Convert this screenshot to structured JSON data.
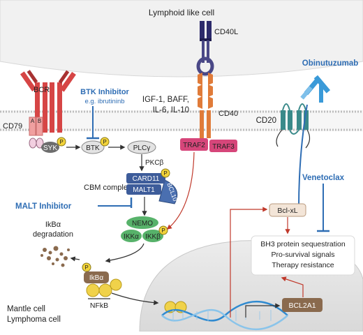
{
  "labels": {
    "lymphoid_cell": "Lymphoid like cell",
    "mantle_cell_line1": "Mantle cell",
    "mantle_cell_line2": "Lymphoma cell",
    "bcr": "BCR",
    "cd79": "CD79",
    "cd79_a": "A",
    "cd79_b": "B",
    "syk": "SYK",
    "btk": "BTK",
    "plcg": "PLCγ",
    "pkcb": "PKCβ",
    "card11": "CARD11",
    "malt1": "MALT1",
    "bcl10": "BCL10",
    "cbm_complex": "CBM complex",
    "nemo": "NEMO",
    "ikka": "IKKα",
    "ikkb": "IKKβ",
    "ikba_deg_line1": "IkBα",
    "ikba_deg_line2": "degradation",
    "ikba": "IkBα",
    "nfkb": "NFkB",
    "cd40l": "CD40L",
    "cd40": "CD40",
    "traf2": "TRAF2",
    "traf3": "TRAF3",
    "cytokines_line1": "IGF-1, BAFF,",
    "cytokines_line2": "IL-6, IL-10",
    "cd20": "CD20",
    "bclxl": "Bcl-xL",
    "bcl2a1": "BCL2A1",
    "effects_line1": "BH3 protein sequestration",
    "effects_line2": "Pro-survival signals",
    "effects_line3": "Therapy resistance",
    "phospho": "P"
  },
  "drugs": {
    "btk_inhibitor": "BTK Inhibitor",
    "btk_inhibitor_example": "e.g. ibrutininb",
    "malt_inhibitor": "MALT Inhibitor",
    "obinutuzumab": "Obinutuzumab",
    "venetoclax": "Venetoclax"
  },
  "colors": {
    "drug_blue": "#2e6db4",
    "bcr_red": "#d64545",
    "cd40_orange": "#e07b39",
    "cd40l_navy": "#2c2a6b",
    "traf_pink": "#d6467a",
    "card11_blue": "#3d5c9a",
    "nemo_green": "#57b26a",
    "ikba_brown": "#8a6a4e",
    "cd20_teal": "#3a8a8a",
    "arrow_red": "#c0392b",
    "bclxl_fill": "#f3e5d8",
    "phospho_yellow": "#f2d33a"
  }
}
